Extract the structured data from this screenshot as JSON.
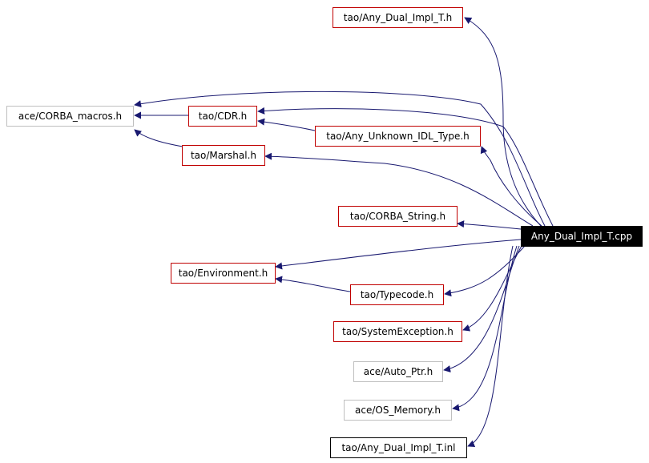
{
  "diagram": {
    "nodes": [
      {
        "id": "any_dual_impl_t_h",
        "label": "tao/Any_Dual_Impl_T.h",
        "style": "red"
      },
      {
        "id": "corba_macros",
        "label": "ace/CORBA_macros.h",
        "style": "gray"
      },
      {
        "id": "cdr",
        "label": "tao/CDR.h",
        "style": "red"
      },
      {
        "id": "any_unknown",
        "label": "tao/Any_Unknown_IDL_Type.h",
        "style": "red"
      },
      {
        "id": "marshal",
        "label": "tao/Marshal.h",
        "style": "red"
      },
      {
        "id": "corba_string",
        "label": "tao/CORBA_String.h",
        "style": "red"
      },
      {
        "id": "root",
        "label": "Any_Dual_Impl_T.cpp",
        "style": "root"
      },
      {
        "id": "environment",
        "label": "tao/Environment.h",
        "style": "red"
      },
      {
        "id": "typecode",
        "label": "tao/Typecode.h",
        "style": "red"
      },
      {
        "id": "system_exception",
        "label": "tao/SystemException.h",
        "style": "red"
      },
      {
        "id": "auto_ptr",
        "label": "ace/Auto_Ptr.h",
        "style": "gray"
      },
      {
        "id": "os_memory",
        "label": "ace/OS_Memory.h",
        "style": "gray"
      },
      {
        "id": "any_dual_impl_t_inl",
        "label": "tao/Any_Dual_Impl_T.inl",
        "style": "black"
      }
    ],
    "edges": [
      {
        "from": "root",
        "to": "any_dual_impl_t_h"
      },
      {
        "from": "root",
        "to": "corba_macros"
      },
      {
        "from": "root",
        "to": "cdr"
      },
      {
        "from": "root",
        "to": "any_unknown"
      },
      {
        "from": "root",
        "to": "marshal"
      },
      {
        "from": "root",
        "to": "corba_string"
      },
      {
        "from": "root",
        "to": "environment"
      },
      {
        "from": "root",
        "to": "typecode"
      },
      {
        "from": "root",
        "to": "system_exception"
      },
      {
        "from": "root",
        "to": "auto_ptr"
      },
      {
        "from": "root",
        "to": "os_memory"
      },
      {
        "from": "root",
        "to": "any_dual_impl_t_inl"
      },
      {
        "from": "cdr",
        "to": "corba_macros"
      },
      {
        "from": "any_unknown",
        "to": "cdr"
      },
      {
        "from": "marshal",
        "to": "corba_macros"
      },
      {
        "from": "typecode",
        "to": "environment"
      }
    ],
    "colors": {
      "edge": "#191970",
      "red_border": "#c00000",
      "gray_border": "#bfbfbf",
      "black_border": "#000000",
      "root_fill": "#000000",
      "root_text": "#ffffff",
      "text": "#000000"
    }
  }
}
